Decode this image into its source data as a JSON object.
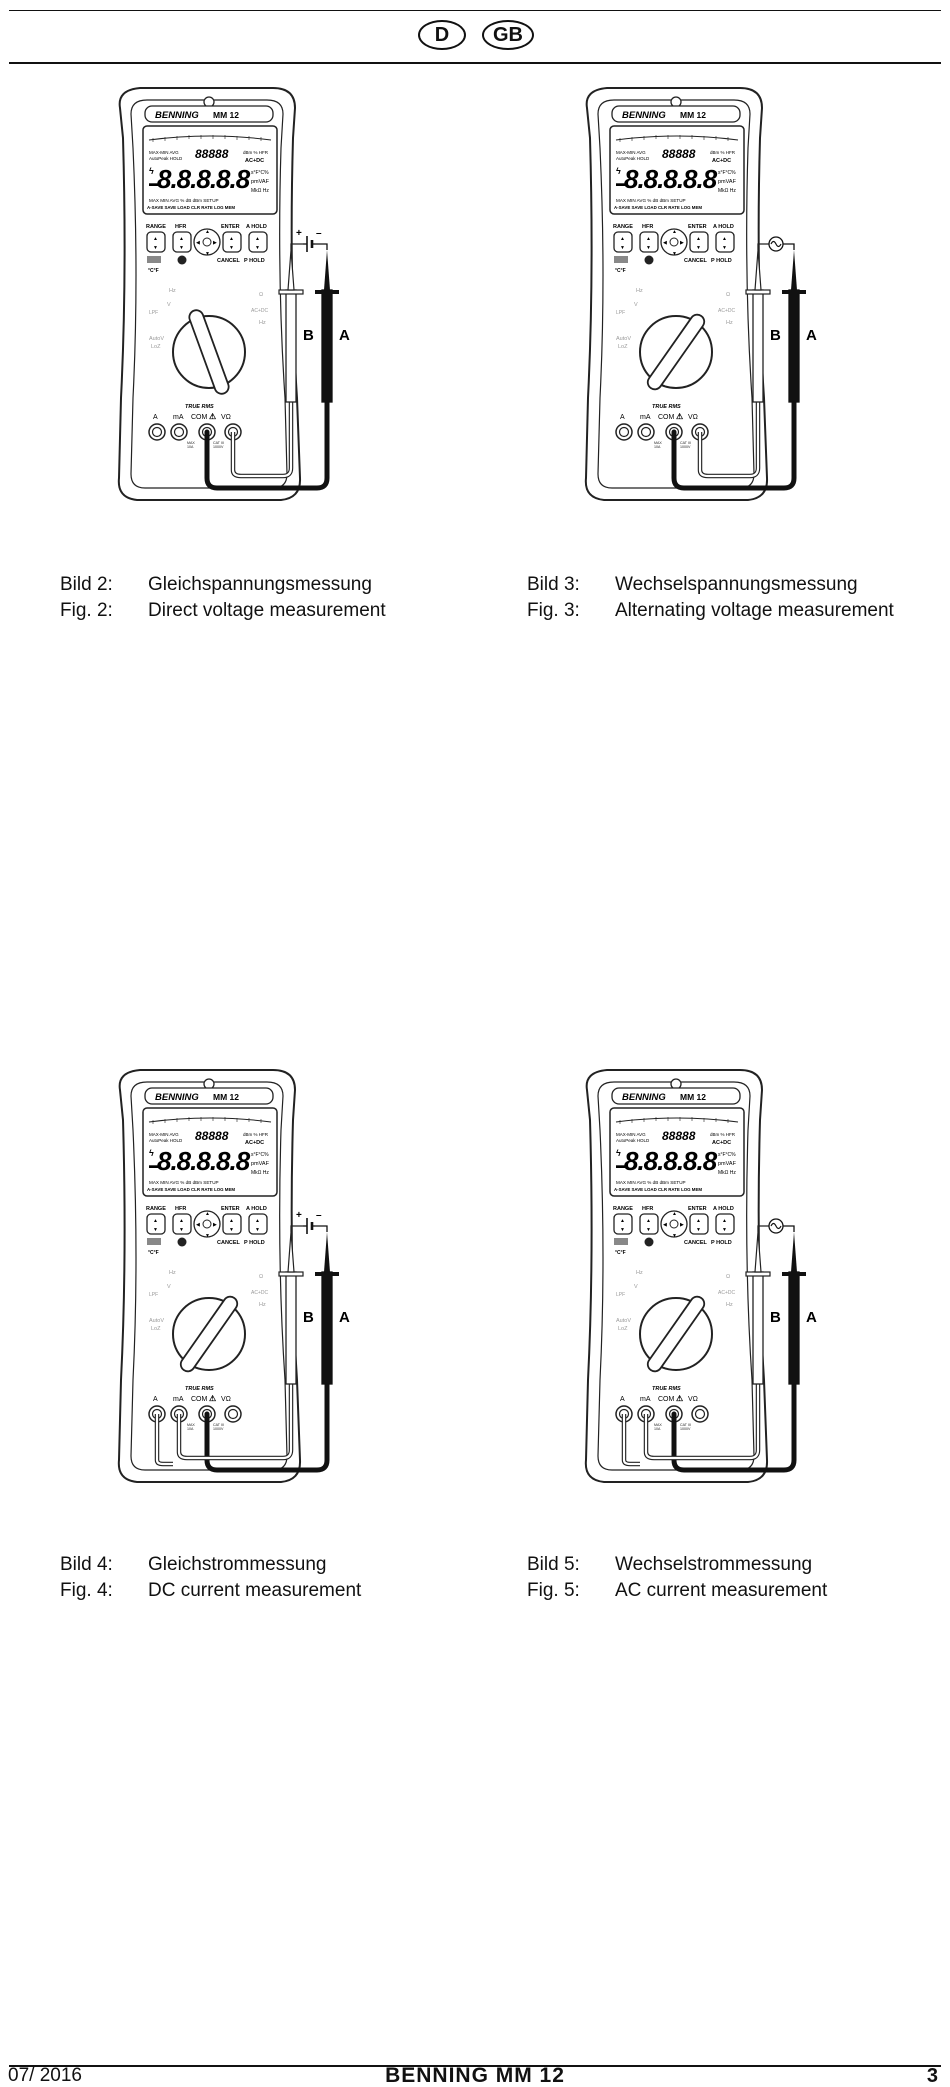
{
  "header": {
    "lang_1": "D",
    "lang_2": "GB"
  },
  "meter": {
    "brand": "BENNING",
    "model": "MM 12",
    "display_digits": "8.8.8.8.8",
    "display_small_digits": "88888",
    "display_bottom_row": "A-SAVE SAVE LOAD CLR RATE LOG MEM",
    "key_range": "RANGE",
    "key_hfr": "HFR",
    "key_enter": "ENTER",
    "key_ahold": "A HOLD",
    "key_cancel": "CANCEL",
    "key_phold": "P HOLD",
    "true_rms": "TRUE RMS",
    "jack_a": "A",
    "jack_ma": "mA",
    "jack_com": "COM",
    "jack_v": "VΩ",
    "probe_b": "B",
    "probe_a": "A"
  },
  "figures": [
    {
      "source": "dc",
      "de_label": "Bild 2:",
      "de_text": "Gleichspannungsmessung",
      "en_label": "Fig. 2:",
      "en_text": "Direct voltage measurement"
    },
    {
      "source": "ac",
      "de_label": "Bild 3:",
      "de_text": "Wechselspannungsmessung",
      "en_label": "Fig. 3:",
      "en_text": "Alternating voltage measurement"
    },
    {
      "source": "dc",
      "de_label": "Bild 4:",
      "de_text": "Gleichstrommessung",
      "en_label": "Fig. 4:",
      "en_text": "DC current measurement"
    },
    {
      "source": "ac",
      "de_label": "Bild 5:",
      "de_text": "Wechselstrommessung",
      "en_label": "Fig. 5:",
      "en_text": "AC current measurement"
    }
  ],
  "footer": {
    "date": "07/ 2016",
    "brand": "BENNING MM 12",
    "page": "3"
  }
}
